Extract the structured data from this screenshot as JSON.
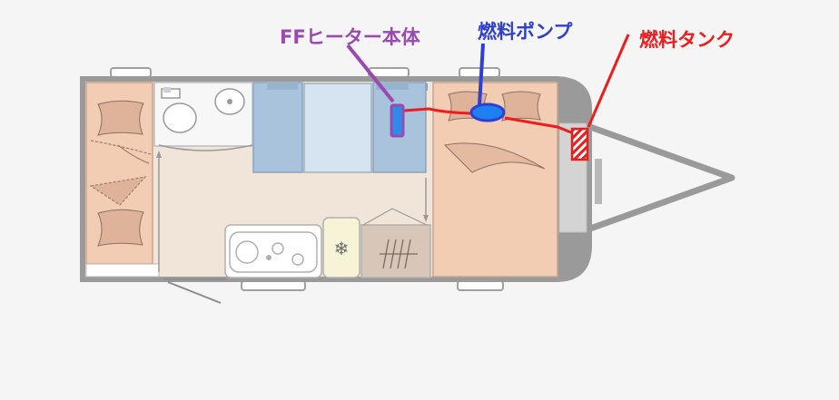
{
  "labels": {
    "heater": "FFヒーター本体",
    "pump": "燃料ポンプ",
    "tank": "燃料タンク"
  },
  "colors": {
    "background": "#f5f5f5",
    "wall": "#9a9a9a",
    "bedroom": "#f2cdb4",
    "interior": "#f1e4d8",
    "seat": "#a9c3dc",
    "table": "#d6e3f0",
    "heater": "#9b49b2",
    "pump": "#2f3fd1",
    "tank": "#ee1c1c",
    "fuel_line": "#ee1c1c"
  },
  "icons": {
    "bed_pillow": "pillow-icon",
    "toilet": "toilet-icon",
    "sink": "washbasin-icon",
    "stove": "hob-icon",
    "fridge": "snowflake-icon",
    "heater_unit": "ff-heater-icon",
    "pump_unit": "fuel-pump-icon",
    "tank_unit": "fuel-tank-icon"
  }
}
